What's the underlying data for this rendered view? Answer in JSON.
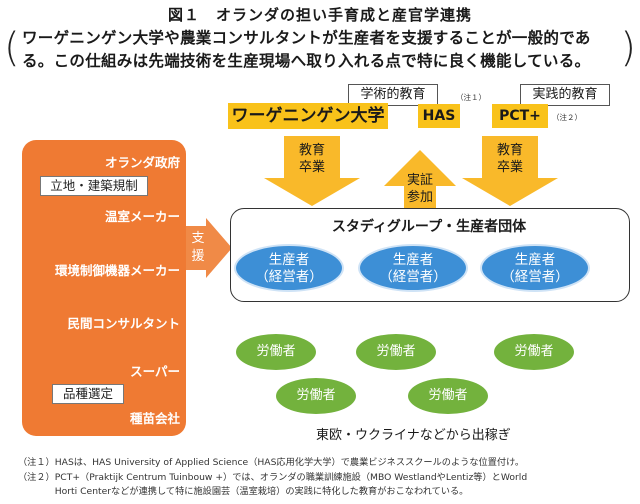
{
  "title": "図１　オランダの担い手育成と産官学連携",
  "subtitle_line1": "ワーゲニンゲン大学や農業コンサルタントが生産者を支援することが一般的であ",
  "subtitle_line2": "る。この仕組みは先端技術を生産現場へ取り入れる点で特に良く機能している。",
  "academic_label": "学術的教育",
  "note1_tag": "（注１）",
  "practical_label": "実践的教育",
  "note2_tag": "（注２）",
  "wageningen": "ワーゲニンゲン大学",
  "has": "HAS",
  "pct": "PCT+",
  "arrow_down_left": [
    "教育",
    "卒業"
  ],
  "arrow_up": [
    "実証",
    "参加"
  ],
  "arrow_down_right": [
    "教育",
    "卒業"
  ],
  "support": [
    "支",
    "援"
  ],
  "left_panel": {
    "items": [
      "オランダ政府",
      "温室メーカー",
      "環境制御機器メーカー",
      "民間コンサルタント",
      "スーパー",
      "種苗会社"
    ],
    "tag_regulation": "立地・建築規制",
    "tag_variety": "品種選定"
  },
  "study_group": "スタディグループ・生産者団体",
  "producers": [
    {
      "line1": "生産者",
      "line2": "（経営者）"
    },
    {
      "line1": "生産者",
      "line2": "（経営者）"
    },
    {
      "line1": "生産者",
      "line2": "（経営者）"
    }
  ],
  "workers": [
    "労働者",
    "労働者",
    "労働者",
    "労働者",
    "労働者"
  ],
  "eastern_europe": "東欧・ウクライナなどから出稼ぎ",
  "notes": [
    "（注１）HASは、HAS University of Applied Science（HAS応用化学大学）で農業ビジネススクールのような位置付け。",
    "（注２）PCT+（Praktijk Centrum Tuinbouw +）では、オランダの職業訓練施設（MBO WestlandやLentiz等）とWorld",
    "　　　　Horti Centerなどが連携して特に施設園芸（温室栽培）の実践に特化した教育がおこなわれている。"
  ]
}
